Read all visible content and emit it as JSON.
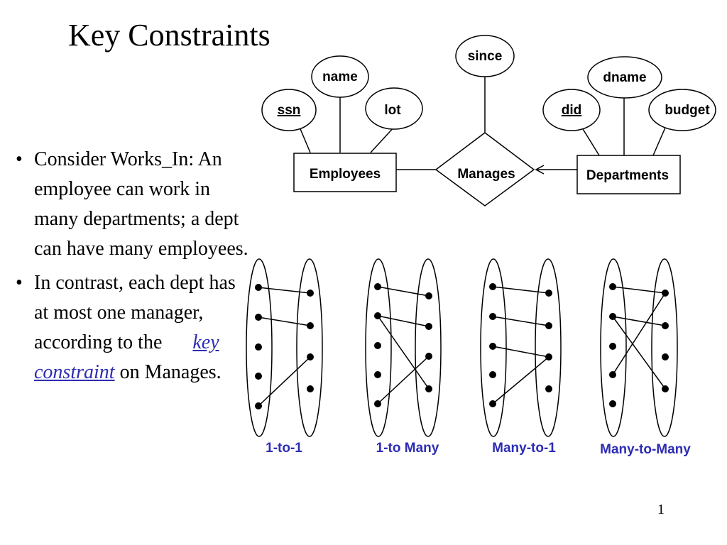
{
  "slide": {
    "title": "Key Constraints",
    "page_number": "1"
  },
  "bullets": {
    "item1": "Consider Works_In: An employee can work in many departments; a dept can have many employees.",
    "item2_before": "In contrast, each dept has at most one manager, according to the",
    "item2_link": "key constraint",
    "item2_after": "on Manages."
  },
  "er_diagram": {
    "attributes": {
      "ssn": "ssn",
      "name": "name",
      "lot": "lot",
      "since": "since",
      "did": "did",
      "dname": "dname",
      "budget": "budget"
    },
    "entities": {
      "employees": "Employees",
      "departments": "Departments"
    },
    "relationship": "Manages"
  },
  "mappings": [
    {
      "caption": "1-to-1"
    },
    {
      "caption": "1-to Many"
    },
    {
      "caption": "Many-to-1"
    },
    {
      "caption": "Many-to-Many"
    }
  ],
  "colors": {
    "caption_blue": "#2d2db4",
    "link_blue": "#2d2db4"
  }
}
